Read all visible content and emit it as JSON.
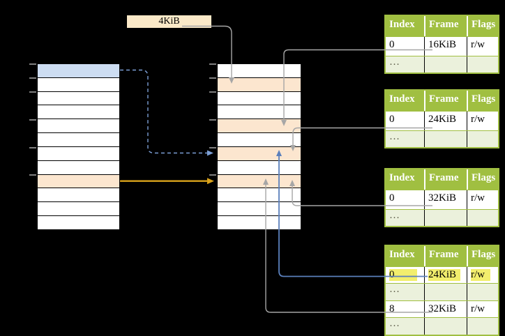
{
  "labels": {
    "page_size": "4KiB"
  },
  "colors": {
    "background": "#000000",
    "row_white": "#ffffff",
    "row_blue": "#cdddf2",
    "row_peach": "#fce6cf",
    "label_cream": "#fbe9c8",
    "tick_gray": "#7f7f7f",
    "arrow_gray": "#a6a6a6",
    "arrow_orange": "#d9a21b",
    "arrow_blue_dashed": "#7c9fd6",
    "arrow_blue_solid": "#5b80bc",
    "table_green": "#a0bf41",
    "table_light_green": "#ebf1dc",
    "highlight_yellow": "#f2ee6d",
    "cell_border_black": "#000000",
    "dots_text": "#5a5a46",
    "header_text": "#ffffff",
    "cell_text": "#000000"
  },
  "left_stack": {
    "rows": [
      "blue",
      "white",
      "white",
      "white",
      "white",
      "white",
      "white",
      "white",
      "peach",
      "white",
      "white",
      "white"
    ],
    "tick_rows": [
      0,
      1,
      2,
      4,
      6,
      8
    ]
  },
  "middle_stack": {
    "rows": [
      "white",
      "peach",
      "white",
      "white",
      "peach",
      "white",
      "peach",
      "white",
      "peach",
      "white",
      "white",
      "white"
    ],
    "tick_rows": [
      0,
      1,
      2,
      4,
      6,
      8
    ]
  },
  "frame_tables": [
    {
      "headers": [
        "Index",
        "Frame",
        "Flags"
      ],
      "rows": [
        {
          "type": "data",
          "cells": [
            "0",
            "16KiB",
            "r/w"
          ]
        },
        {
          "type": "dots",
          "cells": [
            "…",
            "",
            ""
          ]
        }
      ]
    },
    {
      "headers": [
        "Index",
        "Frame",
        "Flags"
      ],
      "rows": [
        {
          "type": "data",
          "cells": [
            "0",
            "24KiB",
            "r/w"
          ]
        },
        {
          "type": "dots",
          "cells": [
            "…",
            "",
            ""
          ]
        }
      ]
    },
    {
      "headers": [
        "Index",
        "Frame",
        "Flags"
      ],
      "rows": [
        {
          "type": "data",
          "cells": [
            "0",
            "32KiB",
            "r/w"
          ]
        },
        {
          "type": "dots",
          "cells": [
            "…",
            "",
            ""
          ]
        }
      ]
    },
    {
      "headers": [
        "Index",
        "Frame",
        "Flags"
      ],
      "rows": [
        {
          "type": "data",
          "highlight": true,
          "cells": [
            "0",
            "24KiB",
            "r/w"
          ]
        },
        {
          "type": "dots",
          "cells": [
            "…",
            "",
            ""
          ]
        },
        {
          "type": "data",
          "cells": [
            "8",
            "32KiB",
            "r/w"
          ]
        },
        {
          "type": "dots",
          "cells": [
            "…",
            "",
            ""
          ]
        }
      ]
    }
  ]
}
